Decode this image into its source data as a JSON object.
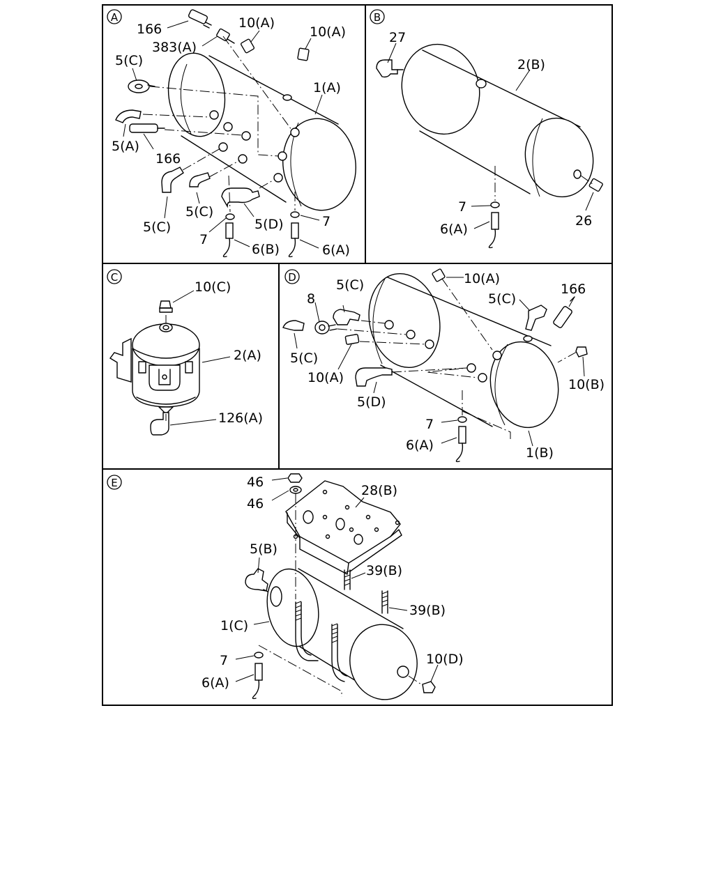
{
  "panels": {
    "A": {
      "badge": "A",
      "labels": {
        "l166a": "166",
        "l10a1": "10(A)",
        "l383": "383(A)",
        "l10a2": "10(A)",
        "l5c1": "5(C)",
        "l1a": "1(A)",
        "l5a": "5(A)",
        "l166b": "166",
        "l5c2": "5(C)",
        "l5c3": "5(C)",
        "l5d": "5(D)",
        "l7a": "7",
        "l7b": "7",
        "l6b": "6(B)",
        "l6a": "6(A)"
      }
    },
    "B": {
      "badge": "B",
      "labels": {
        "l27": "27",
        "l2b": "2(B)",
        "l7": "7",
        "l6a": "6(A)",
        "l26": "26"
      }
    },
    "C": {
      "badge": "C",
      "labels": {
        "l10c": "10(C)",
        "l2a": "2(A)",
        "l126": "126(A)"
      }
    },
    "D": {
      "badge": "D",
      "labels": {
        "l10a1": "10(A)",
        "l5c1": "5(C)",
        "l8": "8",
        "l166": "166",
        "l5c2": "5(C)",
        "l5c3": "5(C)",
        "l10a2": "10(A)",
        "l10b": "10(B)",
        "l5d": "5(D)",
        "l7": "7",
        "l6a": "6(A)",
        "l1b": "1(B)"
      }
    },
    "E": {
      "badge": "E",
      "labels": {
        "l46a": "46",
        "l46b": "46",
        "l28b": "28(B)",
        "l5b": "5(B)",
        "l39a": "39(B)",
        "l39b": "39(B)",
        "l1c": "1(C)",
        "l7": "7",
        "l10d": "10(D)",
        "l6a": "6(A)"
      }
    }
  }
}
